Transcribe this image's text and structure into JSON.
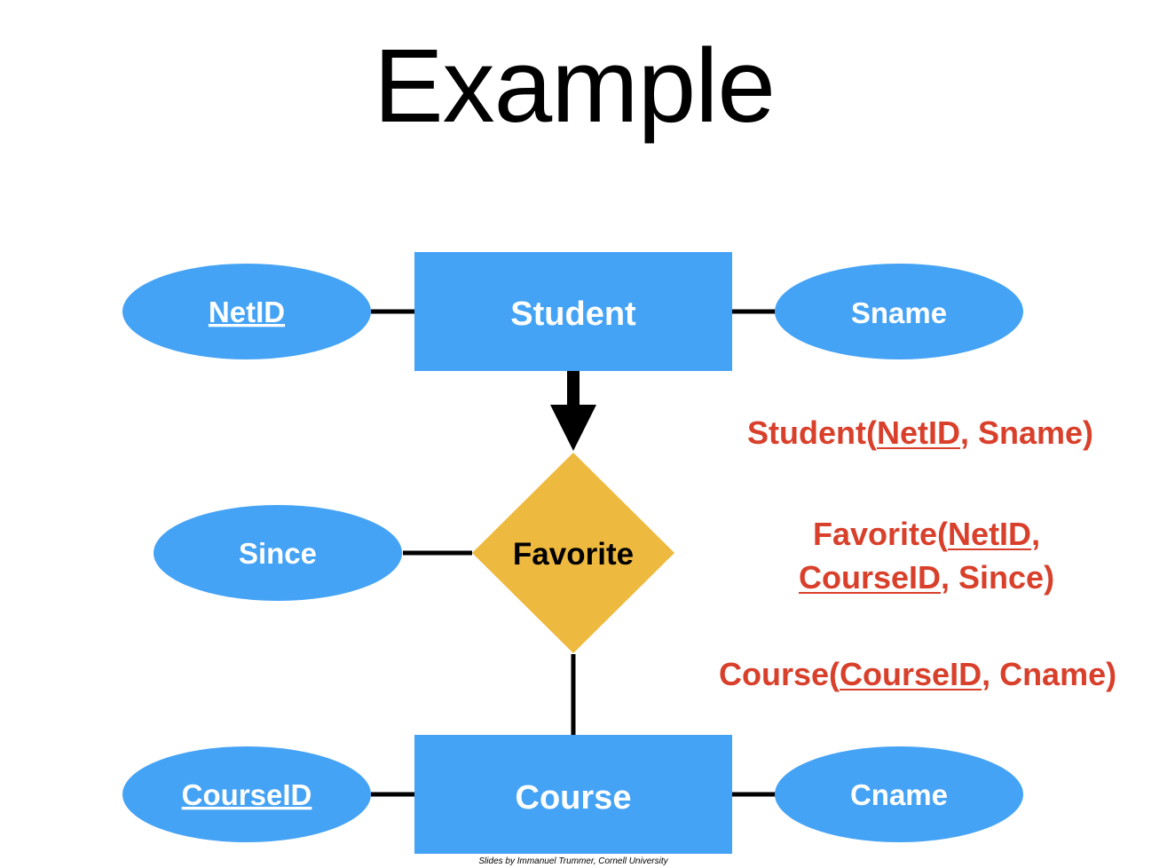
{
  "title": "Example",
  "colors": {
    "entity_fill": "#45a3f5",
    "attribute_fill": "#45a3f5",
    "relationship_fill": "#eeb93f",
    "connector": "#000000",
    "schema_text": "#d9402b",
    "shape_text_light": "#ffffff",
    "shape_text_dark": "#000000"
  },
  "diagram": {
    "entities": {
      "student": "Student",
      "course": "Course"
    },
    "relationship": "Favorite",
    "attributes": {
      "student_key": "NetID",
      "student_name": "Sname",
      "relationship_attr": "Since",
      "course_key": "CourseID",
      "course_name": "Cname"
    }
  },
  "schemas": {
    "student": {
      "prefix": "Student(",
      "key": "NetID",
      "rest": ", Sname)"
    },
    "favorite": {
      "line1_prefix": "Favorite(",
      "line1_key": "NetID",
      "line1_rest": ",",
      "line2_key": "CourseID",
      "line2_rest": ", Since)"
    },
    "course": {
      "prefix": "Course(",
      "key": "CourseID",
      "rest": ", Cname)"
    }
  },
  "footer": "Slides by Immanuel Trummer, Cornell University"
}
